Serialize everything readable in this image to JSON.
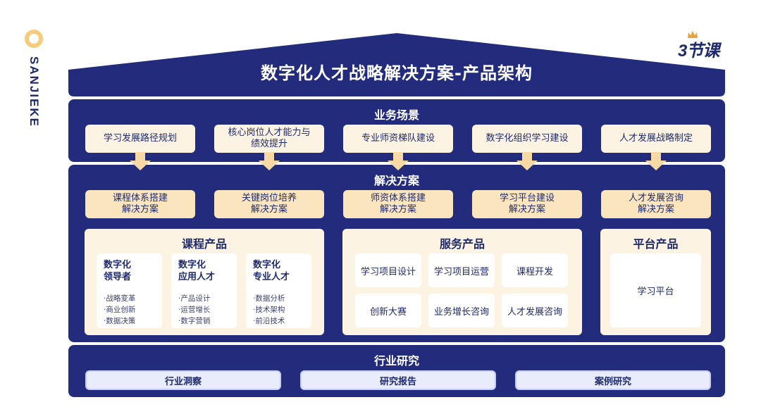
{
  "brand": {
    "name": "SANJIEKE",
    "logo_text": "3节课"
  },
  "title": "数字化人才战略解决方案-产品架构",
  "scenarios": {
    "title": "业务场景",
    "items": [
      "学习发展路径规划",
      "核心岗位人才能力与\n绩效提升",
      "专业师资梯队建设",
      "数字化组织学习建设",
      "人才发展战略制定"
    ]
  },
  "solutions": {
    "title": "解决方案",
    "items": [
      "课程体系搭建\n解决方案",
      "关键岗位培养\n解决方案",
      "师资体系搭建\n解决方案",
      "学习平台建设\n解决方案",
      "人才发展咨询\n解决方案"
    ]
  },
  "course_products": {
    "title": "课程产品",
    "groups": [
      {
        "head": "数字化\n领导者",
        "items": [
          "·战略变革",
          "·商业创新",
          "·数据决策"
        ]
      },
      {
        "head": "数字化\n应用人才",
        "items": [
          "·产品设计",
          "·运营增长",
          "·数字营销"
        ]
      },
      {
        "head": "数字化\n专业人才",
        "items": [
          "·数据分析",
          "·技术架构",
          "·前沿技术"
        ]
      }
    ]
  },
  "service_products": {
    "title": "服务产品",
    "items": [
      "学习项目设计",
      "学习项目运营",
      "课程开发",
      "创新大赛",
      "业务增长咨询",
      "人才发展咨询"
    ]
  },
  "platform_products": {
    "title": "平台产品",
    "items": [
      "学习平台"
    ]
  },
  "research": {
    "title": "行业研究",
    "items": [
      "行业洞察",
      "研究报告",
      "案例研究"
    ]
  },
  "colors": {
    "navy": "#232c7c",
    "cream": "#fdf3e2",
    "gold": "#f6cc7c",
    "arrow": "#f6d9a4"
  }
}
